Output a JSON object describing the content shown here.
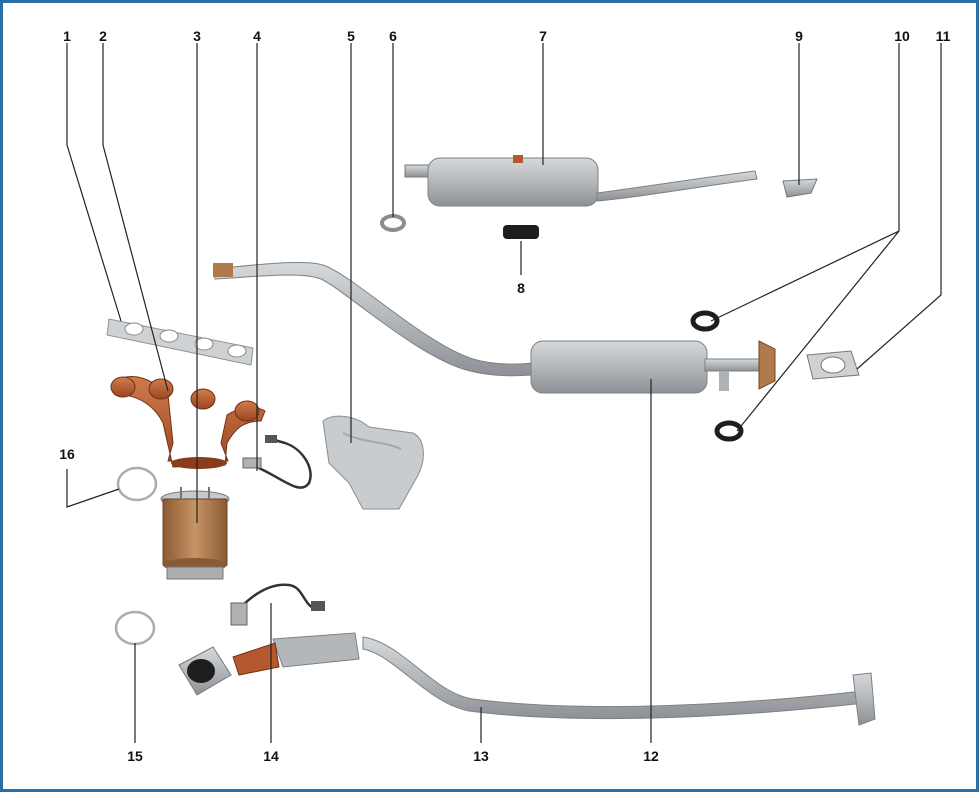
{
  "diagram": {
    "labels": {
      "n1": "1",
      "n2": "2",
      "n3": "3",
      "n4": "4",
      "n5": "5",
      "n6": "6",
      "n7": "7",
      "n8": "8",
      "n9": "9",
      "n10": "10",
      "n11": "11",
      "n12": "12",
      "n13": "13",
      "n14": "14",
      "n15": "15",
      "n16": "16"
    },
    "colors": {
      "frame": "#2a6ea8",
      "steel": "#b9bdc0",
      "steel_dark": "#8e9397",
      "rust": "#b5582e",
      "rubber": "#1e1e1e",
      "catalyst": "#b07a4a"
    }
  }
}
